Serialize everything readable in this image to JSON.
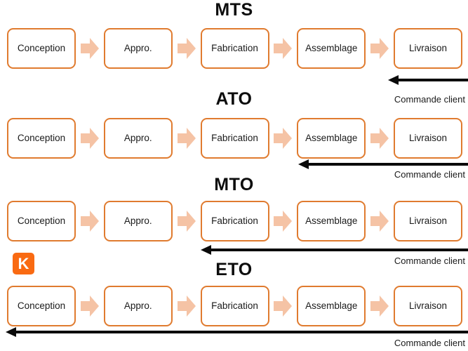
{
  "diagram": {
    "stage_labels": [
      "Conception",
      "Appro.",
      "Fabrication",
      "Assemblage",
      "Livraison"
    ],
    "demand_label": "Commande client",
    "brand_mark": "K",
    "colors": {
      "box_border": "#e07b2f",
      "connector": "#f5c3a5",
      "demand_arrow": "#0a0a0a",
      "brand": "#f96a12",
      "background": "#ffffff",
      "text": "#1a1a1a"
    },
    "rows": [
      {
        "title": "MTS",
        "stages": [
          "Conception",
          "Appro.",
          "Fabrication",
          "Assemblage",
          "Livraison"
        ],
        "demand_label": "Commande client",
        "decoupling_point": "Livraison"
      },
      {
        "title": "ATO",
        "stages": [
          "Conception",
          "Appro.",
          "Fabrication",
          "Assemblage",
          "Livraison"
        ],
        "demand_label": "Commande client",
        "decoupling_point": "Assemblage"
      },
      {
        "title": "MTO",
        "stages": [
          "Conception",
          "Appro.",
          "Fabrication",
          "Assemblage",
          "Livraison"
        ],
        "demand_label": "Commande client",
        "decoupling_point": "Fabrication"
      },
      {
        "title": "ETO",
        "stages": [
          "Conception",
          "Appro.",
          "Fabrication",
          "Assemblage",
          "Livraison"
        ],
        "demand_label": "Commande client",
        "decoupling_point": "Conception"
      }
    ]
  }
}
